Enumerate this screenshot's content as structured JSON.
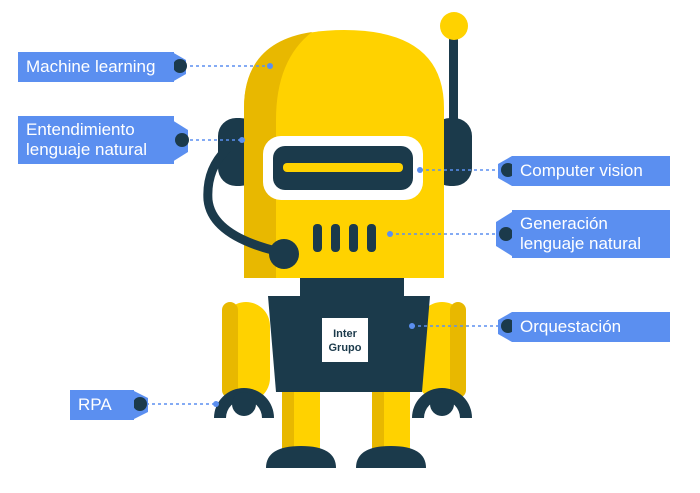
{
  "callouts": {
    "machine_learning": {
      "lines": [
        "Machine learning"
      ]
    },
    "entendimiento": {
      "lines": [
        "Entendimiento",
        "lenguaje natural"
      ]
    },
    "computer_vision": {
      "lines": [
        "Computer vision"
      ]
    },
    "generacion": {
      "lines": [
        "Generación",
        "lenguaje natural"
      ]
    },
    "orquestacion": {
      "lines": [
        "Orquestación"
      ]
    },
    "rpa": {
      "lines": [
        "RPA"
      ]
    }
  },
  "logo": {
    "line1": "Inter",
    "line2": "Grupo"
  },
  "colors": {
    "callout": "#5b8ff0",
    "robot_yellow": "#ffd200",
    "robot_shade": "#e8b800",
    "robot_dark": "#1b3a4b",
    "connector": "#5b8ff0"
  }
}
